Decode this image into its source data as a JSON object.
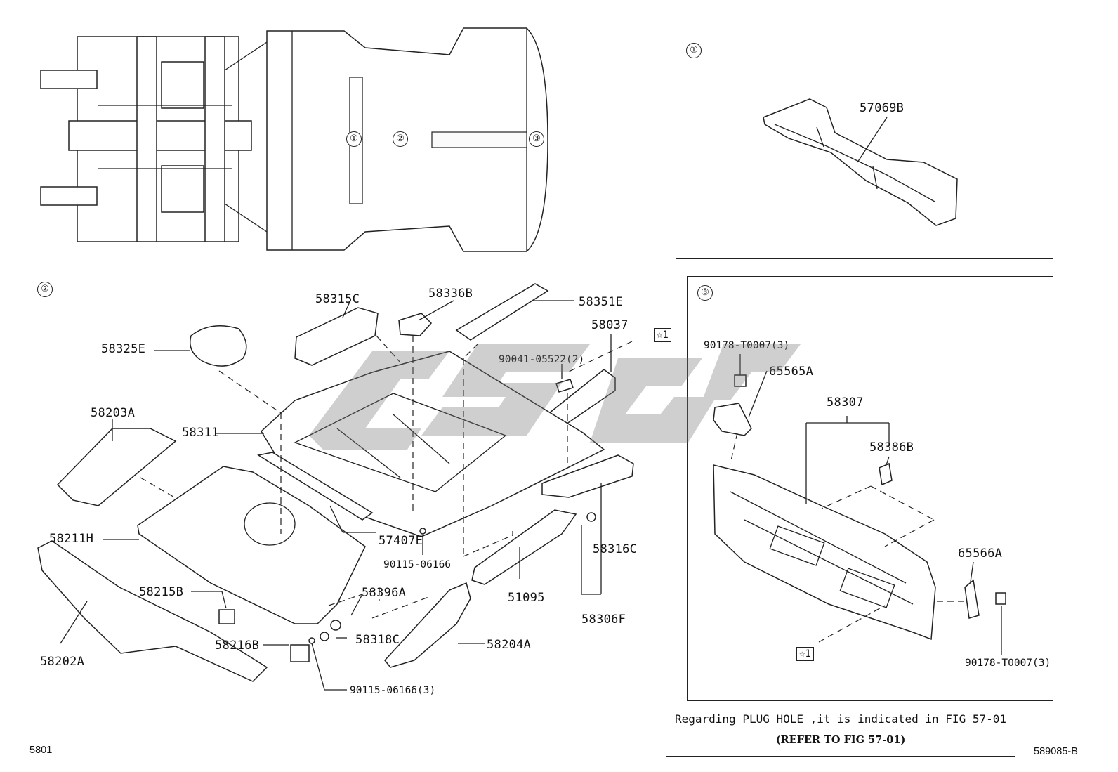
{
  "overview": {
    "markers": [
      "①",
      "②",
      "③"
    ]
  },
  "panel1": {
    "marker": "①",
    "part": "57069B"
  },
  "panel2": {
    "marker": "②",
    "parts": {
      "p58315C": "58315C",
      "p58336B": "58336B",
      "p58351E": "58351E",
      "p58037": "58037",
      "p58325E": "58325E",
      "p90041": "90041-05522(2)",
      "p58203A": "58203A",
      "p58311": "58311",
      "p58211H": "58211H",
      "p57407E": "57407E",
      "p90115a": "90115-06166",
      "p58396A": "58396A",
      "p58215B": "58215B",
      "p58316C": "58316C",
      "p51095": "51095",
      "p58306F": "58306F",
      "p58318C": "58318C",
      "p58216B": "58216B",
      "p58204A": "58204A",
      "p58202A": "58202A",
      "p90115b": "90115-06166(3)"
    },
    "star": "☆1"
  },
  "panel3": {
    "marker": "③",
    "parts": {
      "p90178a": "90178-T0007(3)",
      "p65565A": "65565A",
      "p58307": "58307",
      "p58386B": "58386B",
      "p65566A": "65566A",
      "p90178b": "90178-T0007(3)"
    },
    "star": "☆1"
  },
  "note": {
    "line1": "Regarding PLUG HOLE ,it is indicated in FIG 57-01",
    "line2": "(REFER TO FIG 57-01)"
  },
  "footer": {
    "left_code": "5801",
    "right_code": "589085-B"
  }
}
